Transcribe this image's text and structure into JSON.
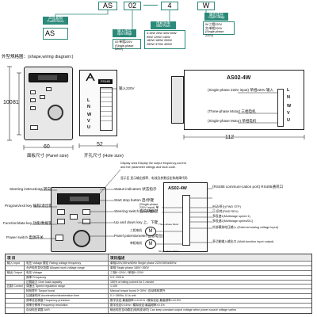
{
  "model_code": {
    "series_value": "AS",
    "code_segments": [
      "AS",
      "02",
      "—",
      "4",
      "W"
    ],
    "tags": {
      "product_series": {
        "cn": "产品系列",
        "en": "Product Series"
      },
      "input_voltage": {
        "cn": "输入电压",
        "en": "Input Voltage"
      },
      "motor_power": {
        "cn": "电机功率",
        "en": "Motor Power"
      },
      "output_voltage": {
        "cn": "输出电压",
        "en": "Output Voltage"
      }
    },
    "input_voltage_options": [
      "02:单相220V",
      "(Single-phase 220V)"
    ],
    "motor_power_options": [
      "4:15W 25W 40W 60W",
      "90W 120W 140W",
      "180W 180W 200W",
      "250W 370W 400W"
    ],
    "output_voltage_options": [
      "W:三相220V",
      "交/单相220V",
      "(Single-phase 220V)"
    ]
  },
  "dimension_section": {
    "title": "外型規格圖：(shape,wiring diagram:)",
    "dim_100": "100",
    "dim_81": "81",
    "dim_60": "60",
    "dim_52": "52",
    "dim_112": "112",
    "panel_size_label": "面板尺寸 (Panel size)",
    "hole_size_label": "开孔尺寸 (Hole size)",
    "rs485_label": "RS485",
    "input_220v_label": "输入220V",
    "terminal_letters": [
      "L",
      "N",
      "W",
      "V",
      "U"
    ],
    "side_model": "AS02-4W",
    "side_single_phase": "(Single-phase 220V input) 单相220V 输入",
    "side_three_phase": "(Three-phase Motor) 三相电机",
    "side_single_motor": "(Single-phase Motor) 单相电机"
  },
  "panel_section": {
    "display_area": "Display area Display the output frequency,current and the parameter sittings and fault code.",
    "display_area_cn": "显示区 显示输出频率、电流及参数设定和故障代码",
    "steering_instructions": "Steering instructions 转向指示",
    "status_indicators": "Status indicators 状态指示",
    "start_stop": "Start stop button 启/停键",
    "program_exit": "Program/exit key 编程/退出键",
    "steering_switch": "Steering switch 方向转换键",
    "up_down": "Up and down key 上、下键",
    "function_save": "Function/data key 功能/数据键",
    "power_switch": "Power switch 电源开关",
    "panel_potentiometer": "Panel potentiometer 面板电位器",
    "wiring_model": "AS02-4W",
    "rs485_port": "(RS485 communi-cation port) RS485通讯口",
    "single_phase_input": "(Single-phase 220V input) 单相220V输入",
    "three_phase_motor": "三相电机",
    "single_phase_motor": "单相电机",
    "m_left": "M",
    "m_right": "M",
    "three_phase_badge": "Three-phase Motor",
    "single_phase_badge": "Single-phase Motor",
    "start_stop_fwd": "启动/停止(FWD STP)",
    "stop_rev": "正/反转(FWD REV)",
    "multi_speed_1": "多段速1(Multistage speed 1)",
    "multi_speed_2": "多段速2(Multistage speed/DC)",
    "external_analog": "外部模拟电压输入 (External analog voltage input)",
    "multi_function_output": "多功能输入输出口 (Multi-function input output)"
  },
  "table": {
    "header": [
      "项 目",
      "项目描述"
    ],
    "rows": [
      [
        "输入 Input",
        "电压 Voltage 额定 Rating voltage frequency",
        "单相220V,50Hz/60Hz   Single phase 220V,50Hz/60Hz"
      ],
      [
        "",
        "允许电压变化范围 Allowed work voltage range",
        "单相 Single phase 180V~260V"
      ],
      [
        "输出 Output",
        "电压 Voltage",
        "三相0~220V / 单相0~220V"
      ],
      [
        "",
        "频率 Frequency",
        "0.5~200Hz"
      ],
      [
        "",
        "过载能力 Over load capacity",
        "150% of rating current for 1 minute"
      ],
      [
        "控制 Control",
        "调速比 Speed regulation range",
        "1:100"
      ],
      [
        "",
        "转矩提升 Torque boost",
        "Manual torque boost 0~30% / 自动转矩提升"
      ],
      [
        "",
        "加减速时间 Acceleration/deceleration time",
        "0.1~3600s, 0.1s  unit"
      ],
      [
        "",
        "频率设定精度 Frequency precision",
        "数字设定:最高频率×±0.01% / 模拟设定:最高频率×±0.5%"
      ],
      [
        "",
        "频率分辨率 Frequency resolution",
        "数字设定0.01Hz / 模拟设定:最高频率×0.1%"
      ],
      [
        "",
        "自动电压调整 AVR",
        "输出电压自动稳定(电网波动时) Can keep constant output voltage when power source voltage varies"
      ]
    ]
  },
  "colors": {
    "teal": "#2c8a7a",
    "panel_dark": "#1c1c1c",
    "line": "#222222"
  }
}
